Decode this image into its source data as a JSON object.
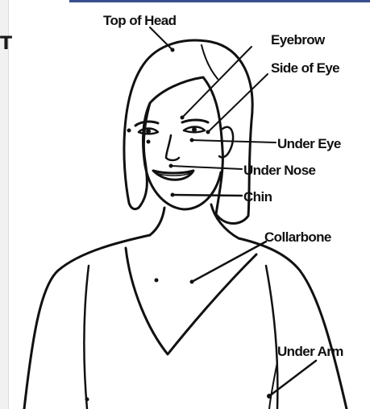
{
  "colors": {
    "ink": "#111111",
    "top_rule": "#3b4f8f",
    "page": "#ffffff"
  },
  "sidebar": {
    "clipped_text": "T"
  },
  "labels": {
    "top_of_head": "Top of Head",
    "eyebrow": "Eyebrow",
    "side_of_eye": "Side of Eye",
    "under_eye": "Under Eye",
    "under_nose": "Under Nose",
    "chin": "Chin",
    "collarbone": "Collarbone",
    "under_arm": "Under Arm"
  }
}
